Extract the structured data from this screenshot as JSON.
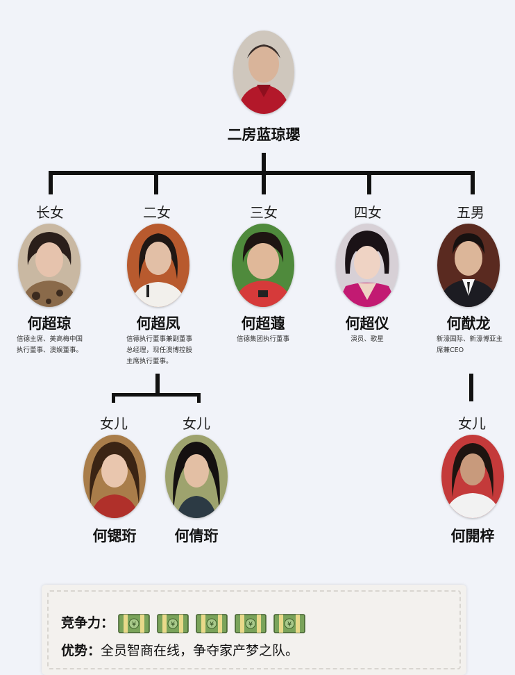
{
  "root": {
    "role": "",
    "name": "二房蓝琼瓔"
  },
  "children": [
    {
      "role": "长女",
      "name": "何超琼",
      "desc": "信德主席、美高梅中国执行董事、澳娱董事。"
    },
    {
      "role": "二女",
      "name": "何超凤",
      "desc": "信德执行董事兼副董事总经理，现任澳博控股主席执行董事。"
    },
    {
      "role": "三女",
      "name": "何超蕸",
      "desc": "信德集团执行董事"
    },
    {
      "role": "四女",
      "name": "何超仪",
      "desc": "演员、歌星"
    },
    {
      "role": "五男",
      "name": "何猷龙",
      "desc": "新濠国际、新濠博亚主席兼CEO"
    }
  ],
  "grandchildren": [
    {
      "role": "女儿",
      "name": "何锶珩"
    },
    {
      "role": "女儿",
      "name": "何倩珩"
    },
    {
      "role": "女儿",
      "name": "何開梓"
    }
  ],
  "card": {
    "competitiveness_label": "竞争力：",
    "advantage_label": "优势：",
    "advantage_text": "全员智商在线，争夺家产梦之队。",
    "money_icon": "money-stack-icon",
    "money_count": 5
  },
  "colors": {
    "line": "#111111",
    "background": "#f1f3f9"
  }
}
